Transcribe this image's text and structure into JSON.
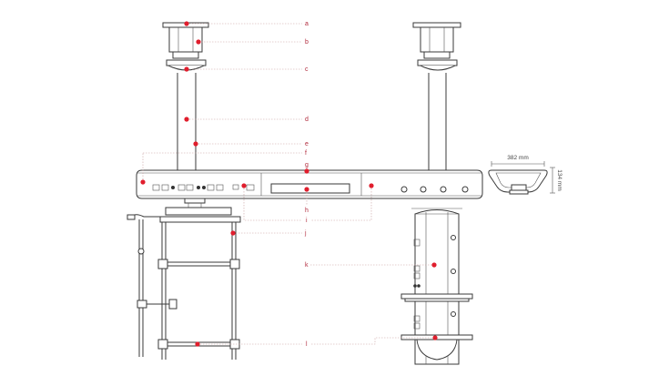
{
  "callouts": [
    "a",
    "b",
    "c",
    "d",
    "e",
    "f",
    "g",
    "h",
    "i",
    "j",
    "k",
    "l"
  ],
  "profile": {
    "width_label": "382 mm",
    "height_label": "134 mm"
  },
  "colors": {
    "callout": "#e01e2d",
    "line": "#3a3a3a"
  }
}
